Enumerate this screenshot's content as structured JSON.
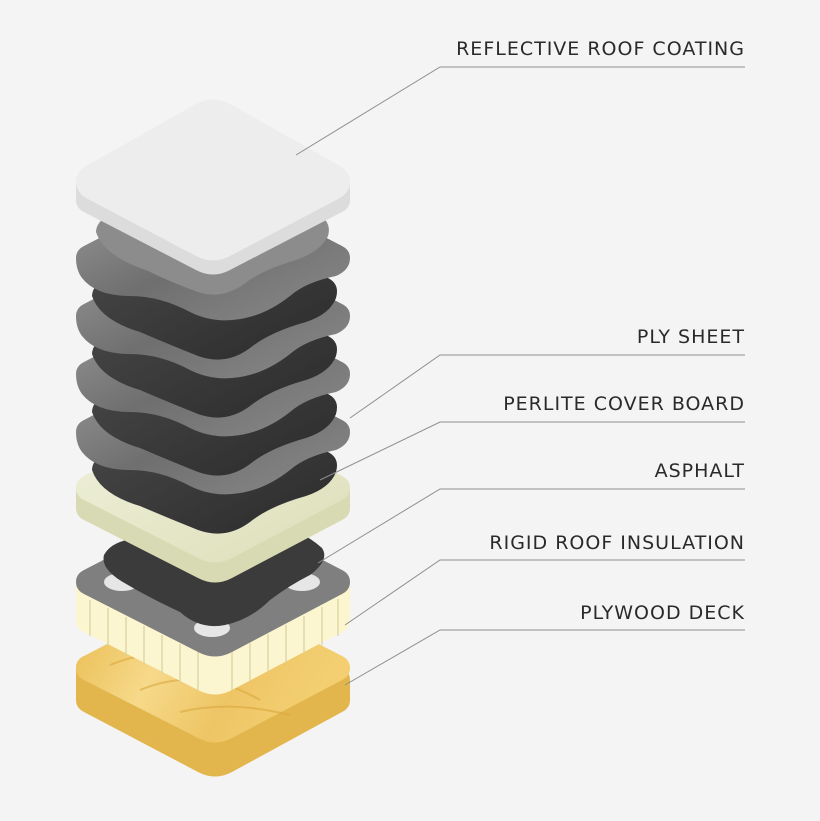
{
  "labels": [
    {
      "key": "reflective",
      "text": "REFLECTIVE ROOF COATING"
    },
    {
      "key": "ply",
      "text": "PLY SHEET"
    },
    {
      "key": "perlite",
      "text": "PERLITE COVER BOARD"
    },
    {
      "key": "asphalt",
      "text": "ASPHALT"
    },
    {
      "key": "rigid",
      "text": "RIGID ROOF INSULATION"
    },
    {
      "key": "plywood",
      "text": "PLYWOOD DECK"
    }
  ],
  "colors": {
    "background": "#f4f4f4",
    "reflective": "#eeeeee",
    "ply_sheet": "#7d7d7d",
    "asphalt": "#3a3a3a",
    "perlite": "#e7e8cf",
    "insulation": "#fbf6cf",
    "insulation_top": "#808080",
    "plywood": "#f0c760"
  }
}
